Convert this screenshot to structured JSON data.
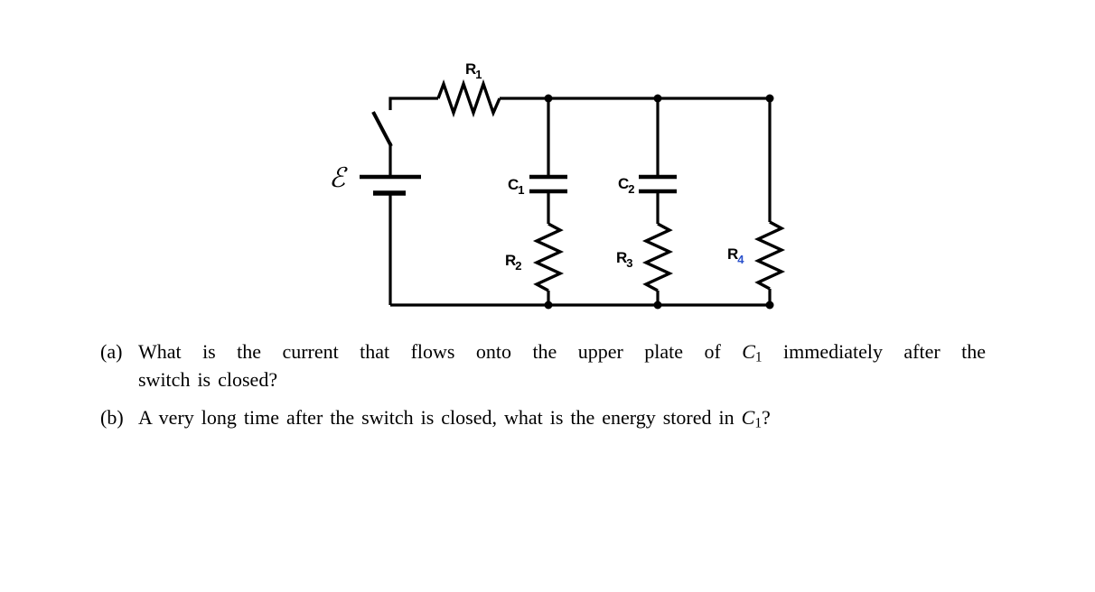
{
  "circuit": {
    "emf_label": "ℰ",
    "labels": {
      "r1": {
        "main": "R",
        "sub": "1"
      },
      "r2": {
        "main": "R",
        "sub": "2"
      },
      "r3": {
        "main": "R",
        "sub": "3"
      },
      "r4": {
        "main": "R",
        "sub": "4"
      },
      "c1": {
        "main": "C",
        "sub": "1"
      },
      "c2": {
        "main": "C",
        "sub": "2"
      }
    },
    "components": {
      "source": "battery EMF with open switch in series with R1",
      "branches": "C1 in series with R2; C2 in series with R3; R4 alone — all three branches in parallel",
      "switch_state": "open"
    },
    "colors": {
      "wire": "#000000",
      "r4_subscript": "#2b52cc",
      "background": "#ffffff"
    }
  },
  "questions": {
    "a": {
      "label": "(a)",
      "line1_pre": "What is the current that flows onto the upper plate of ",
      "c_symbol": "C",
      "c_sub": "1",
      "line1_post": " immediately after the",
      "line2": "switch is closed?"
    },
    "b": {
      "label": "(b)",
      "pre": "A very long time after the switch is closed, what is the energy stored in ",
      "c_symbol": "C",
      "c_sub": "1",
      "post": "?"
    }
  }
}
